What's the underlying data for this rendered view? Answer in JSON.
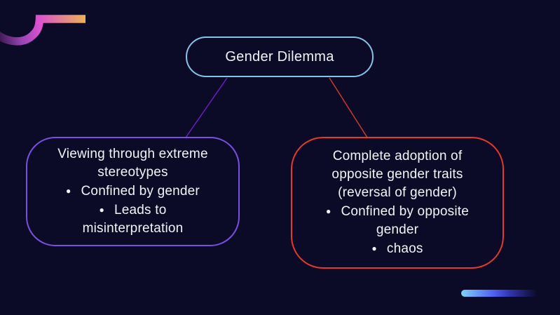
{
  "colors": {
    "bg": "#0b0b28",
    "text": "#f3f4f8",
    "title-border": "#85c4ea",
    "left-border": "#7b4fe0",
    "right-border": "#e5392b",
    "connector-left": "#6a21c7",
    "connector-right": "#d6392c",
    "deco-purple-dark": "#2a1140",
    "deco-magenta": "#db52d0",
    "deco-gold": "#ecb254",
    "deco-blue-light": "#82d1f8",
    "deco-blue": "#4f5ff2"
  },
  "glyphs": {
    "bullet": "●"
  },
  "title": {
    "label": "Gender Dilemma"
  },
  "left_box": {
    "heading": "Viewing through extreme\nstereotypes",
    "bullets": [
      "Confined by gender",
      "Leads to\nmisinterpretation"
    ]
  },
  "right_box": {
    "heading": "Complete adoption of\nopposite gender traits\n(reversal of gender)",
    "bullets": [
      "Confined by opposite\ngender",
      "chaos"
    ]
  }
}
